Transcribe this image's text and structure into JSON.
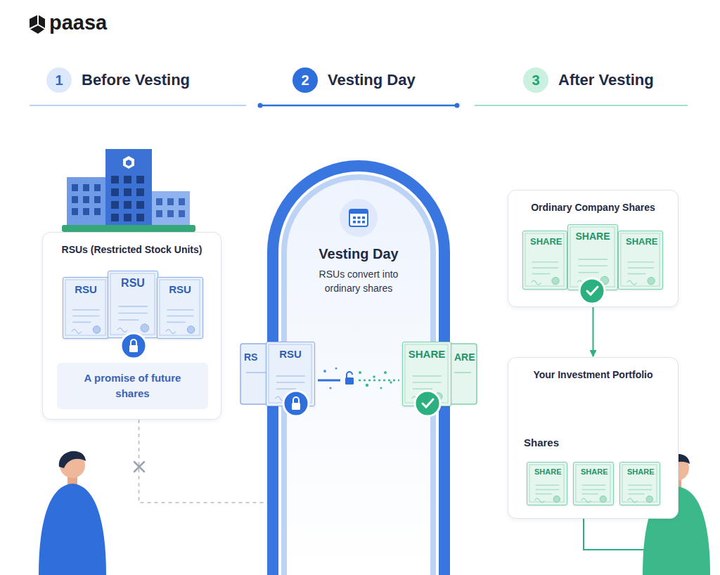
{
  "diagram": {
    "nodes": [
      {
        "text": [
          "1",
          "Before Vesting"
        ]
      },
      {
        "text": [
          "2",
          "Vesting Day"
        ]
      },
      {
        "text": [
          "3",
          "After Vesting"
        ]
      },
      {
        "text": [
          "RSUs (Restricted Stock Units)"
        ]
      },
      {
        "text": [
          "RSU"
        ],
        "in": 3
      },
      {
        "text": [
          "RSU"
        ],
        "in": 3
      },
      {
        "text": [
          "RSU"
        ],
        "in": 3
      },
      {
        "text": [
          "A promise of future shares"
        ],
        "in": 3
      },
      {
        "text": [
          "Vesting Day",
          "RSUs convert into ordinary shares"
        ]
      },
      {
        "text": [
          "RSU"
        ],
        "in": 8
      },
      {
        "text": [
          "SHARE"
        ],
        "in": 8
      },
      {
        "text": [
          "Ordinary Company Shares"
        ]
      },
      {
        "text": [
          "SHARE"
        ],
        "in": 11
      },
      {
        "text": [
          "SHARE"
        ],
        "in": 11
      },
      {
        "text": [
          "SHARE"
        ],
        "in": 11
      },
      {
        "text": [
          "Your Investment Portfolio",
          "Shares"
        ]
      },
      {
        "text": [
          "SHARE"
        ],
        "in": 15
      },
      {
        "text": [
          "SHARE"
        ],
        "in": 15
      },
      {
        "text": [
          "SHARE"
        ],
        "in": 15
      }
    ],
    "edges": [
      {
        "from": 3,
        "to": 8,
        "arrow": "none"
      },
      {
        "from": 11,
        "to": 15,
        "arrow": "to"
      }
    ],
    "labels": [
      "paasa",
      "RS",
      "ARE"
    ]
  }
}
